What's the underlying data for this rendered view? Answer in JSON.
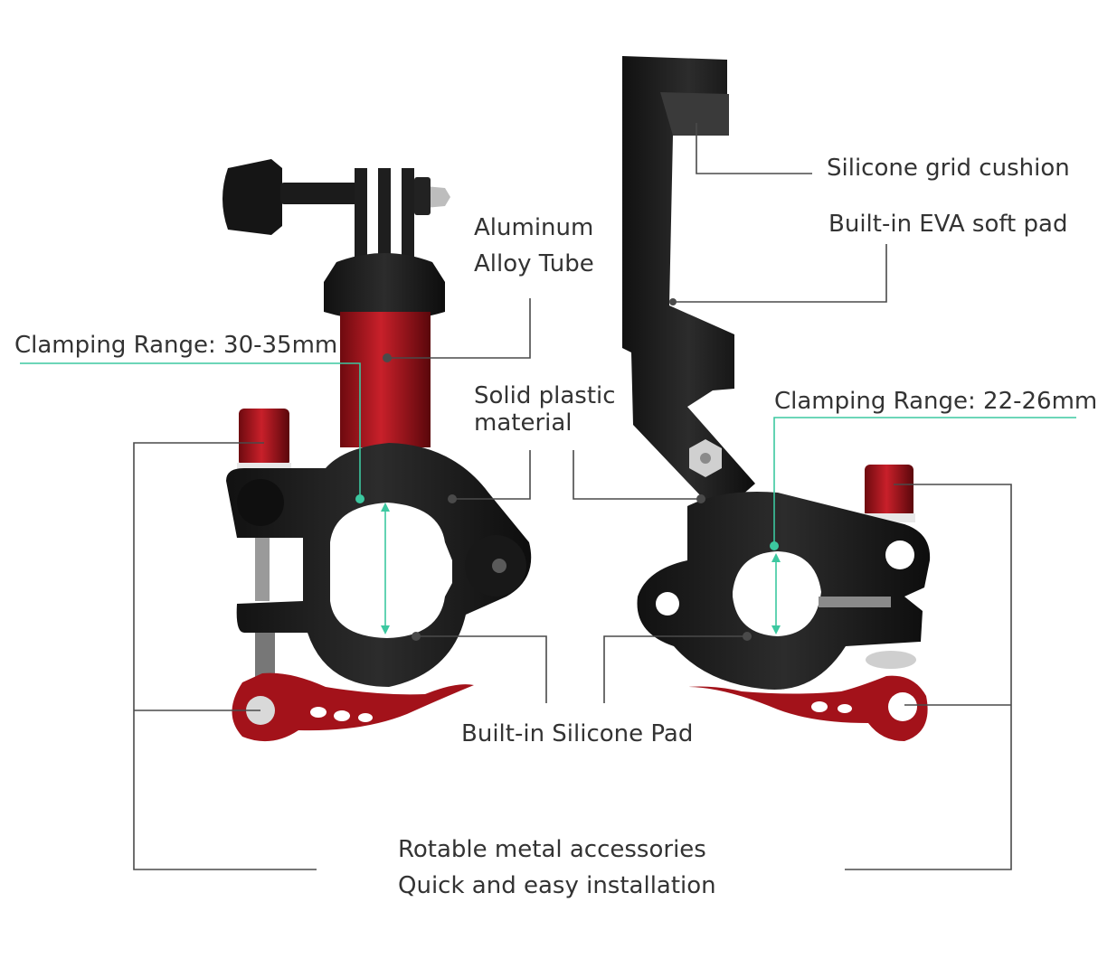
{
  "annotations": {
    "aluminum_line1": "Aluminum",
    "aluminum_line2": "Alloy Tube",
    "clamping_left": "Clamping Range: 30-35mm",
    "solid_plastic_line1": "Solid plastic",
    "solid_plastic_line2": "material",
    "silicone_grid": "Silicone grid cushion",
    "eva_pad": "Built-in EVA soft pad",
    "clamping_right": "Clamping Range: 22-26mm",
    "silicone_pad": "Built-in Silicone Pad",
    "rotable_line1": "Rotable metal accessories",
    "rotable_line2": "Quick and easy installation"
  },
  "colors": {
    "accent_green": "#3cc8a0",
    "leader_line": "#4a4a4a",
    "clamp_black": "#1c1c1c",
    "metal_red": "#b0141c"
  }
}
